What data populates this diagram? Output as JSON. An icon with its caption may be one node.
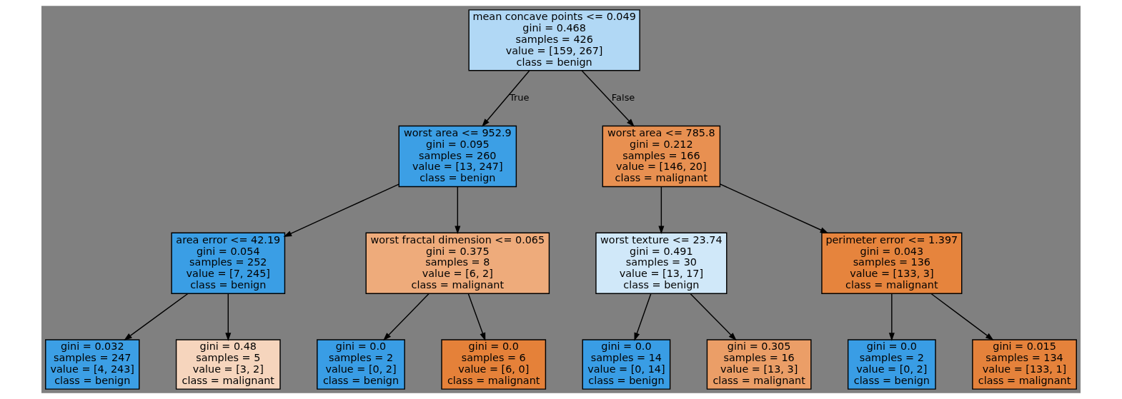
{
  "diagram": {
    "nodes": [
      {
        "text": [
          "mean concave points <= 0.049",
          "gini = 0.468",
          "samples = 426",
          "value = [159, 267]",
          "class = benign"
        ]
      },
      {
        "text": [
          "worst area <= 952.9",
          "gini = 0.095",
          "samples = 260",
          "value = [13, 247]",
          "class = benign"
        ]
      },
      {
        "text": [
          "worst area <= 785.8",
          "gini = 0.212",
          "samples = 166",
          "value = [146, 20]",
          "class = malignant"
        ]
      },
      {
        "text": [
          "area error <= 42.19",
          "gini = 0.054",
          "samples = 252",
          "value = [7, 245]",
          "class = benign"
        ]
      },
      {
        "text": [
          "worst fractal dimension <= 0.065",
          "gini = 0.375",
          "samples = 8",
          "value = [6, 2]",
          "class = malignant"
        ]
      },
      {
        "text": [
          "worst texture <= 23.74",
          "gini = 0.491",
          "samples = 30",
          "value = [13, 17]",
          "class = benign"
        ]
      },
      {
        "text": [
          "perimeter error <= 1.397",
          "gini = 0.043",
          "samples = 136",
          "value = [133, 3]",
          "class = malignant"
        ]
      },
      {
        "text": [
          "gini = 0.032",
          "samples = 247",
          "value = [4, 243]",
          "class = benign"
        ]
      },
      {
        "text": [
          "gini = 0.48",
          "samples = 5",
          "value = [3, 2]",
          "class = malignant"
        ]
      },
      {
        "text": [
          "gini = 0.0",
          "samples = 2",
          "value = [0, 2]",
          "class = benign"
        ]
      },
      {
        "text": [
          "gini = 0.0",
          "samples = 6",
          "value = [6, 0]",
          "class = malignant"
        ]
      },
      {
        "text": [
          "gini = 0.0",
          "samples = 14",
          "value = [0, 14]",
          "class = benign"
        ]
      },
      {
        "text": [
          "gini = 0.305",
          "samples = 16",
          "value = [13, 3]",
          "class = malignant"
        ]
      },
      {
        "text": [
          "gini = 0.0",
          "samples = 2",
          "value = [0, 2]",
          "class = benign"
        ]
      },
      {
        "text": [
          "gini = 0.015",
          "samples = 134",
          "value = [133, 1]",
          "class = malignant"
        ]
      }
    ],
    "edges": [
      {
        "from": 0,
        "to": 1,
        "arrow": "to",
        "label": "True"
      },
      {
        "from": 0,
        "to": 2,
        "arrow": "to",
        "label": "False"
      },
      {
        "from": 1,
        "to": 3,
        "arrow": "to"
      },
      {
        "from": 1,
        "to": 4,
        "arrow": "to"
      },
      {
        "from": 2,
        "to": 5,
        "arrow": "to"
      },
      {
        "from": 2,
        "to": 6,
        "arrow": "to"
      },
      {
        "from": 3,
        "to": 7,
        "arrow": "to"
      },
      {
        "from": 3,
        "to": 8,
        "arrow": "to"
      },
      {
        "from": 4,
        "to": 9,
        "arrow": "to"
      },
      {
        "from": 4,
        "to": 10,
        "arrow": "to"
      },
      {
        "from": 5,
        "to": 11,
        "arrow": "to"
      },
      {
        "from": 5,
        "to": 12,
        "arrow": "to"
      },
      {
        "from": 6,
        "to": 13,
        "arrow": "to"
      },
      {
        "from": 6,
        "to": 14,
        "arrow": "to"
      }
    ]
  }
}
